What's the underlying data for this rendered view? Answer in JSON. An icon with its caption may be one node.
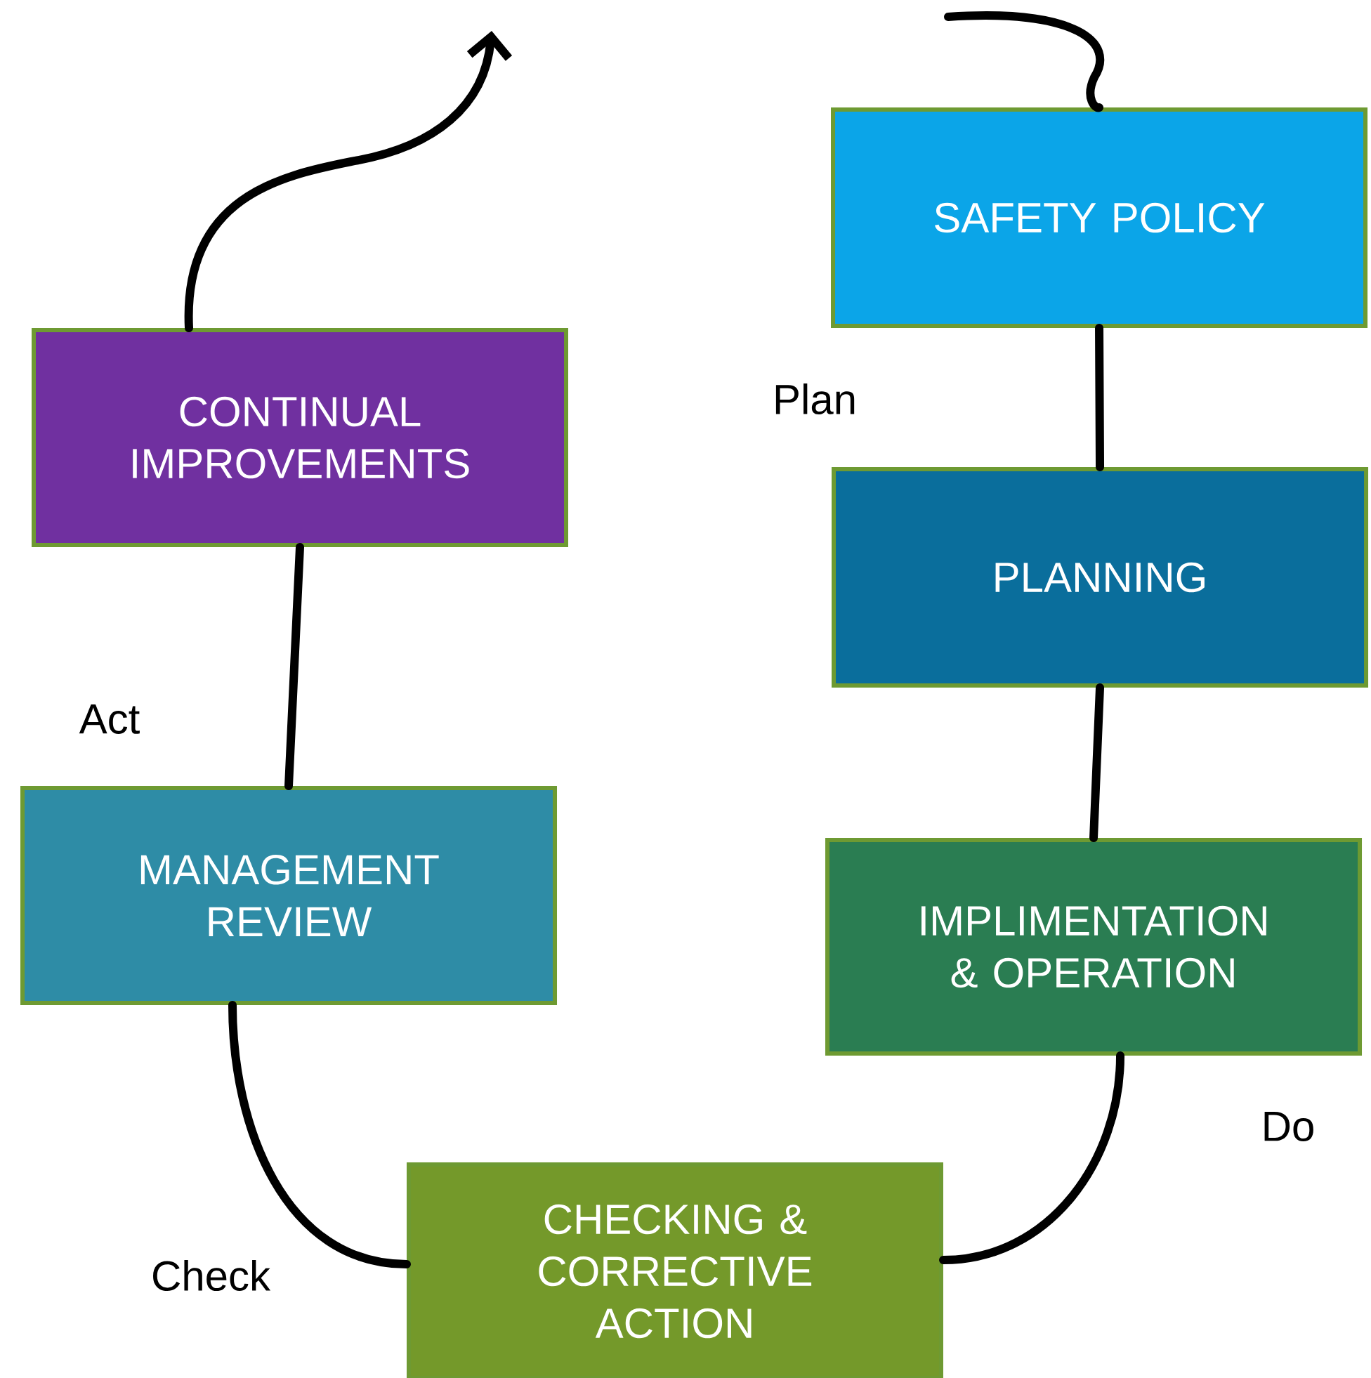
{
  "diagram": {
    "nodes": [
      {
        "text": [
          "SAFETY POLICY"
        ]
      },
      {
        "text": [
          "PLANNING"
        ]
      },
      {
        "text": [
          "IMPLIMENTATION & OPERATION"
        ]
      },
      {
        "text": [
          "CHECKING & CORRECTIVE ACTION"
        ]
      },
      {
        "text": [
          "MANAGEMENT REVIEW"
        ]
      },
      {
        "text": [
          "CONTINUAL IMPROVEMENTS"
        ]
      }
    ],
    "edges": [
      {
        "from": null,
        "to": 0,
        "arrow": "none"
      },
      {
        "from": 0,
        "to": 1,
        "arrow": "none"
      },
      {
        "from": 1,
        "to": 2,
        "arrow": "none"
      },
      {
        "from": 2,
        "to": 3,
        "arrow": "none"
      },
      {
        "from": 3,
        "to": 4,
        "arrow": "none"
      },
      {
        "from": 4,
        "to": 5,
        "arrow": "none"
      },
      {
        "from": 5,
        "to": null,
        "arrow": "to"
      }
    ],
    "labels": [
      "Plan",
      "Act",
      "Do",
      "Check"
    ]
  }
}
